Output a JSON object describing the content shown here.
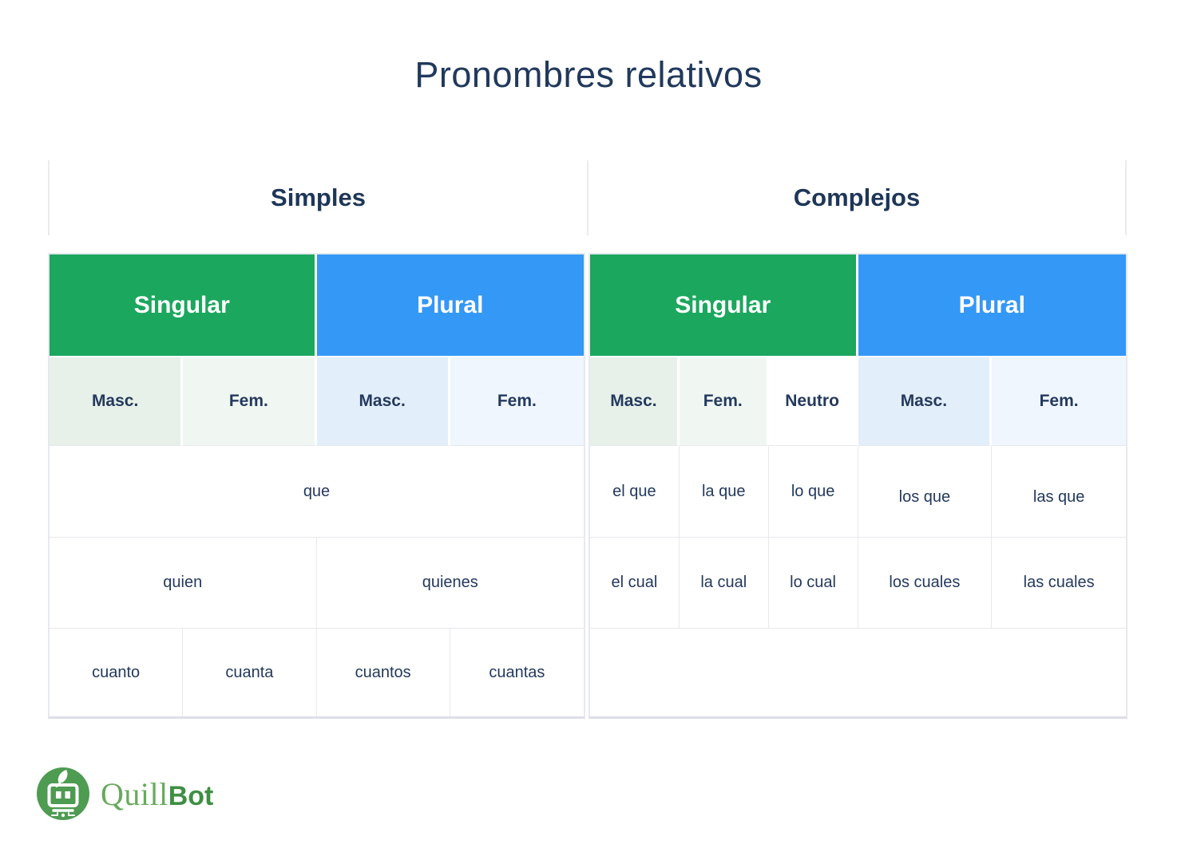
{
  "title": "Pronombres relativos",
  "section_headers": {
    "simples": "Simples",
    "complejos": "Complejos"
  },
  "column_groups": {
    "singular": "Singular",
    "plural": "Plural"
  },
  "subheaders": {
    "masc": "Masc.",
    "fem": "Fem.",
    "neutro": "Neutro"
  },
  "table": {
    "simples": {
      "row_que": "que",
      "row_quien": {
        "singular": "quien",
        "plural": "quienes"
      },
      "row_cuanto": [
        "cuanto",
        "cuanta",
        "cuantos",
        "cuantas"
      ]
    },
    "complejos": {
      "row_que": [
        "el que",
        "la que",
        "lo que",
        "los que",
        "las que"
      ],
      "row_cual": [
        "el cual",
        "la cual",
        "lo cual",
        "los cuales",
        "las cuales"
      ],
      "row_empty": ""
    }
  },
  "colors": {
    "header_green": "#1ba75e",
    "header_blue": "#3498f6",
    "sub_green_masc": "#e7f1e9",
    "sub_green_fem": "#f0f7f2",
    "sub_blue_masc": "#e3eefb",
    "sub_blue_fem": "#eff6fd",
    "text_navy": "#24395e",
    "border_gray": "#e6e8ee",
    "logo_circle_green": "#4e9b52",
    "logo_quill_green": "#67aa5c",
    "logo_bot_green": "#3f8e44"
  },
  "logo": {
    "icon": "quillbot-robot-icon",
    "quill": "Quill",
    "bot": "Bot"
  }
}
